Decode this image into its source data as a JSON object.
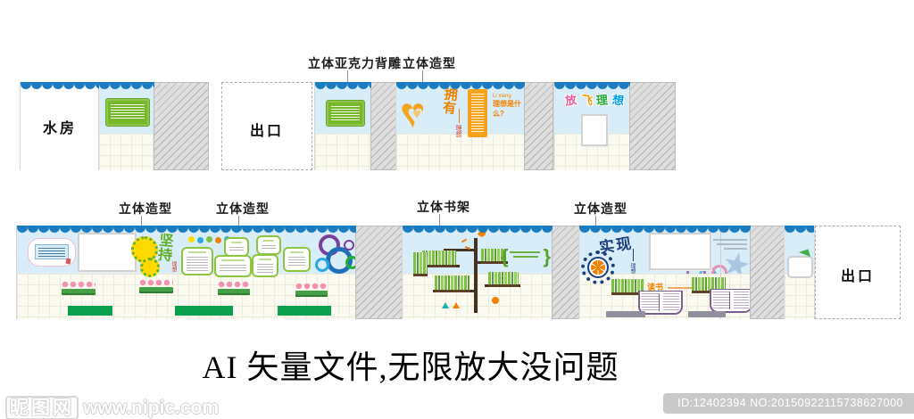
{
  "page": {
    "title": "AI 矢量文件,无限放大没问题"
  },
  "footer": {
    "logo": "昵图网",
    "url": "www.nipic.com",
    "id_text": "ID:12402394 NO:20150922115738627000"
  },
  "callouts": {
    "top": [
      "立体亚克力背雕",
      "立体造型"
    ],
    "mid": [
      "立体造型",
      "立体造型",
      "立体书架",
      "立体造型"
    ]
  },
  "strip1": {
    "water_room": "水房",
    "exit": "出口",
    "own": "拥有",
    "own_sub": "理想",
    "pinyin": "Li xiang",
    "question": "理想是什么?",
    "blocks": [
      "放",
      "飞",
      "理",
      "想"
    ]
  },
  "strip2": {
    "persist": "坚持",
    "persist_sub": "理想",
    "realize": "实现",
    "realize_sub": "理想",
    "reading": "读书",
    "exit": "出口",
    "brace_open": "{",
    "brace_close": "}"
  },
  "colors": {
    "awning_blue": "#1a7bc0",
    "band_blue": "#d9edf8",
    "leaf_green": "#8cc63f",
    "sign_green": "#76b82a",
    "accent_orange": "#f5a31d",
    "deep_blue": "#1c3f7e",
    "bench_green": "#0ba04d"
  }
}
